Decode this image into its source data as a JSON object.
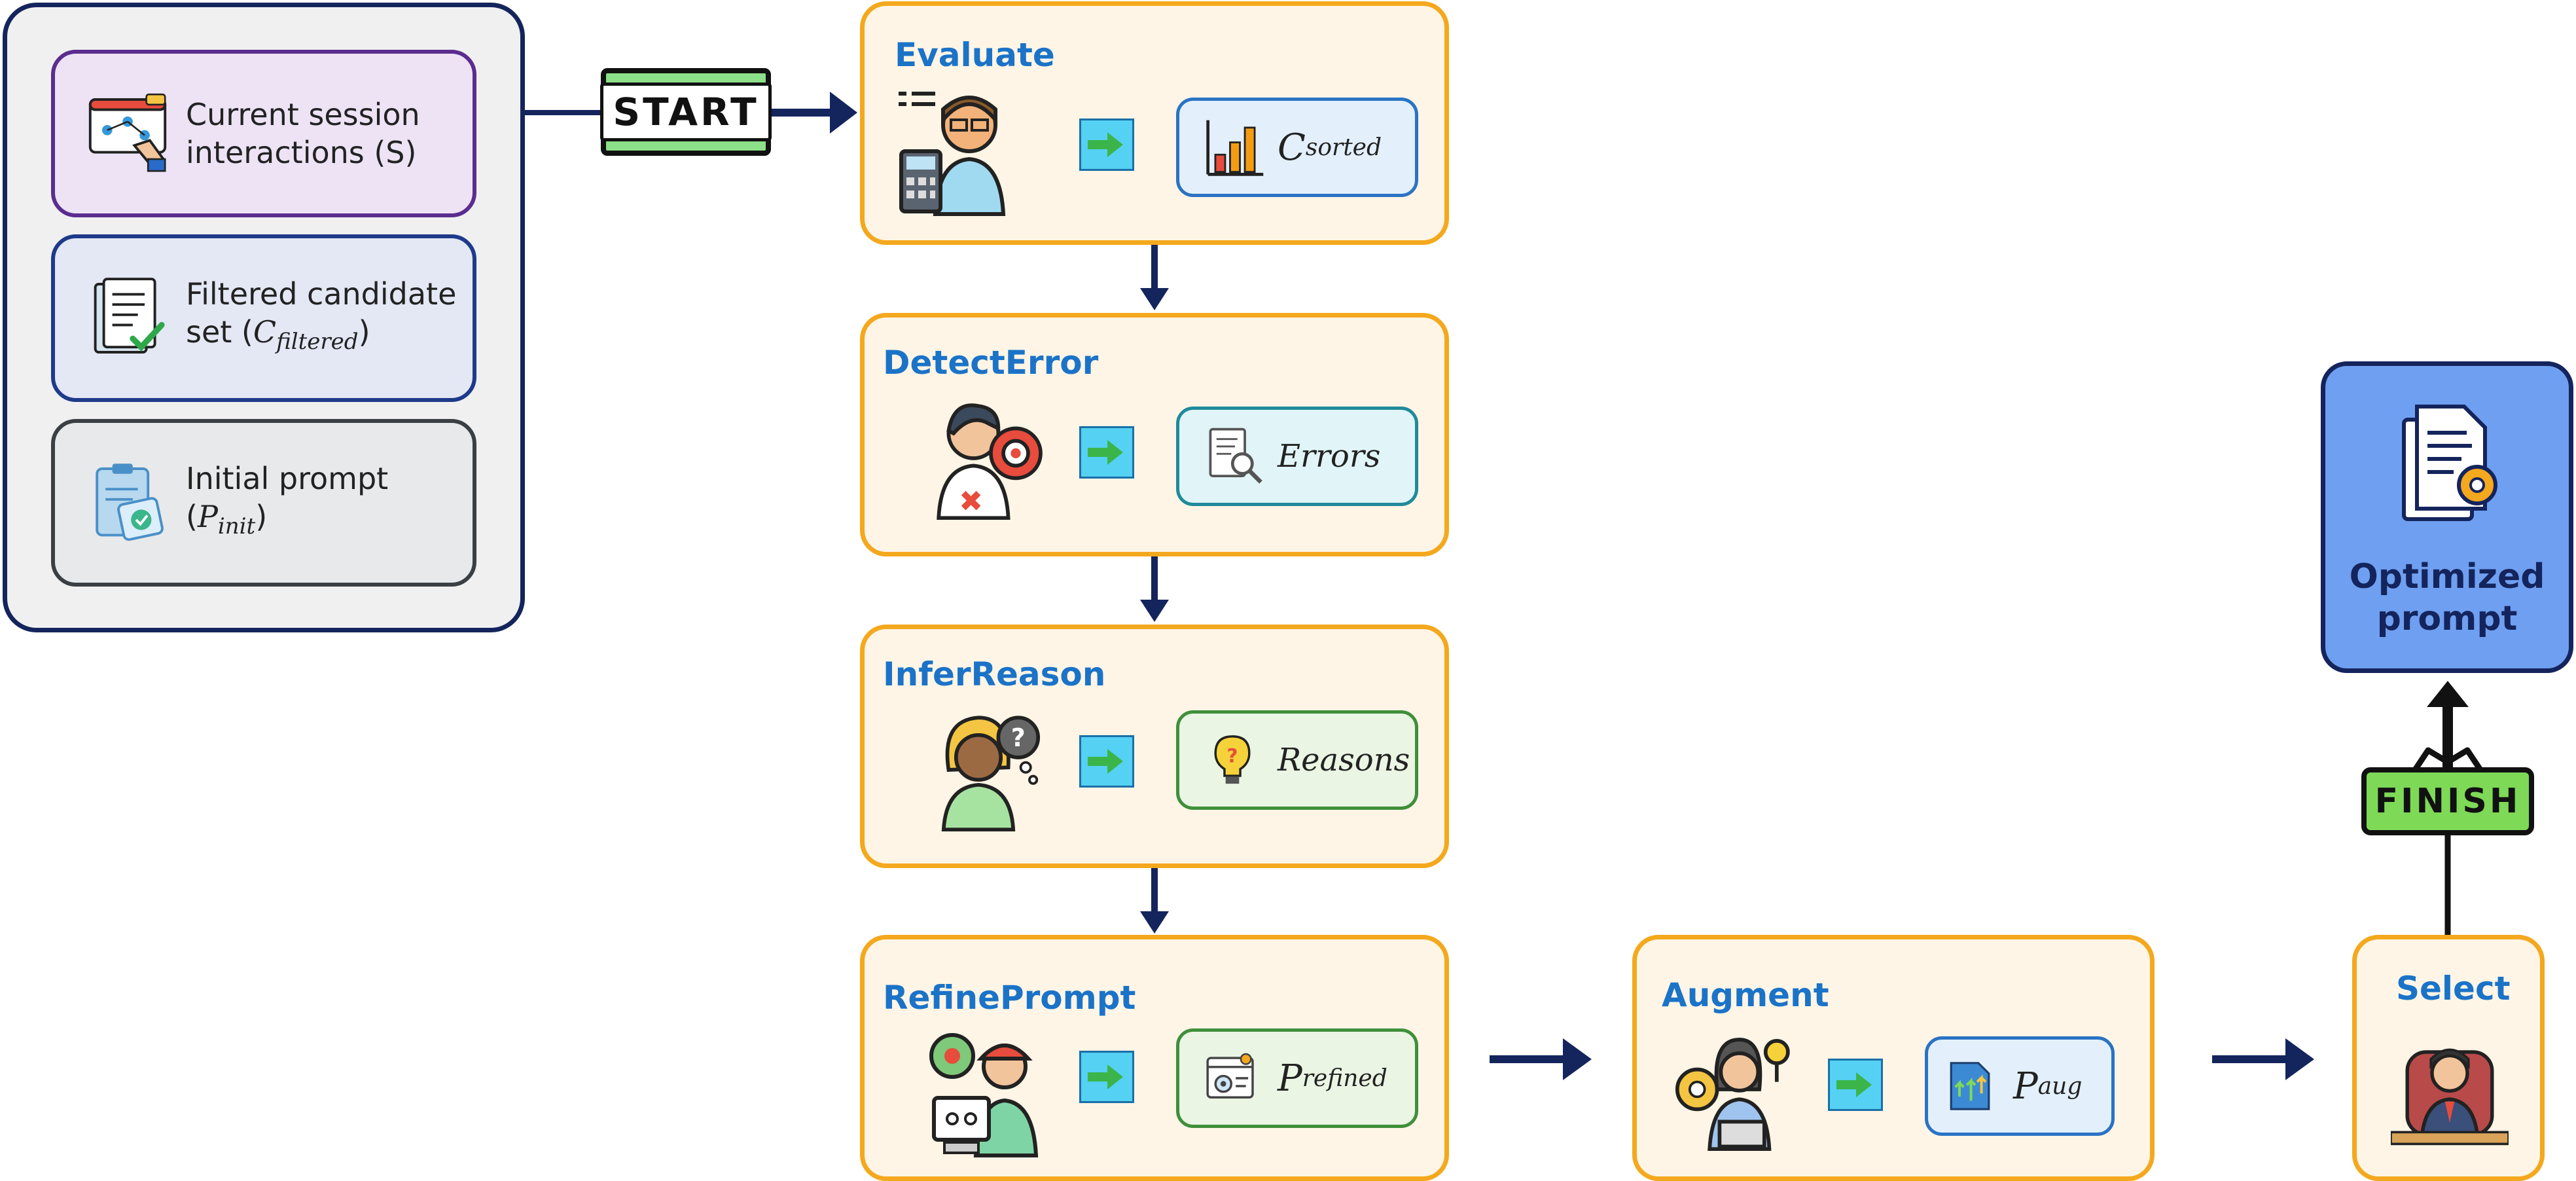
{
  "inputs": {
    "session": "Current session interactions (S)",
    "session_l1": "Current session",
    "session_l2": "interactions (S)",
    "candidates_l1": "Filtered candidate",
    "candidates_l2_pre": "set (",
    "candidates_var": "C",
    "candidates_sub": "filtered",
    "candidates_l2_post": ")",
    "prompt_l1": "Initial prompt",
    "prompt_l2_pre": "(",
    "prompt_var": "P",
    "prompt_sub": "init",
    "prompt_l2_post": ")"
  },
  "badges": {
    "start": "START",
    "finish": "FINISH"
  },
  "stages": {
    "evaluate": {
      "title": "Evaluate",
      "out_var": "C",
      "out_sub": "sorted"
    },
    "detect": {
      "title": "DetectError",
      "out": "Errors"
    },
    "infer": {
      "title": "InferReason",
      "out": "Reasons"
    },
    "refine": {
      "title": "RefinePrompt",
      "out_var": "P",
      "out_sub": "refined"
    },
    "augment": {
      "title": "Augment",
      "out_var": "P",
      "out_sub": "aug"
    },
    "select": {
      "title": "Select"
    }
  },
  "optimized": {
    "l1": "Optimized",
    "l2": "prompt"
  },
  "colors": {
    "navy": "#14245c",
    "orange": "#f4a81d",
    "title_blue": "#1b73c8",
    "start_green": "#8de08a",
    "finish_green": "#7ed957",
    "optimized_blue": "#6f9ff0"
  }
}
